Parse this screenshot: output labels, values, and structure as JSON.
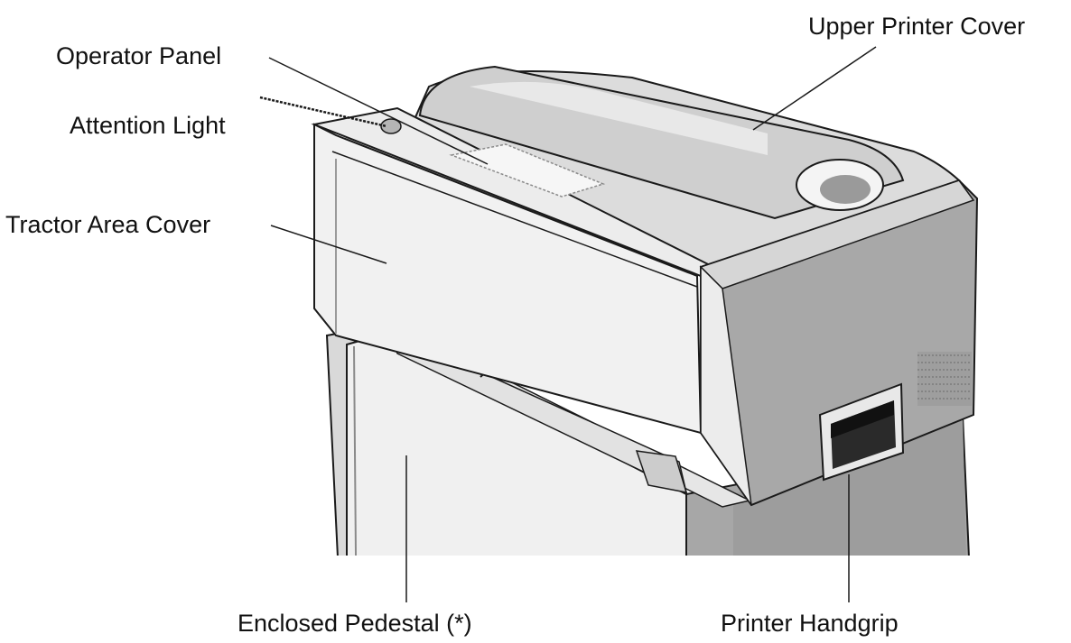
{
  "callouts": {
    "operator_panel": "Operator Panel",
    "attention_light": "Attention Light",
    "tractor_area_cover": "Tractor Area Cover",
    "upper_printer_cover": "Upper Printer Cover",
    "enclosed_pedestal": "Enclosed Pedestal (*)",
    "printer_handgrip": "Printer Handgrip"
  },
  "colors": {
    "body_light": "#efefef",
    "body_mid": "#d4d4d4",
    "body_side": "#a9a9a9",
    "outline": "#1a1a1a",
    "handgrip_dark": "#2a2a2a"
  }
}
